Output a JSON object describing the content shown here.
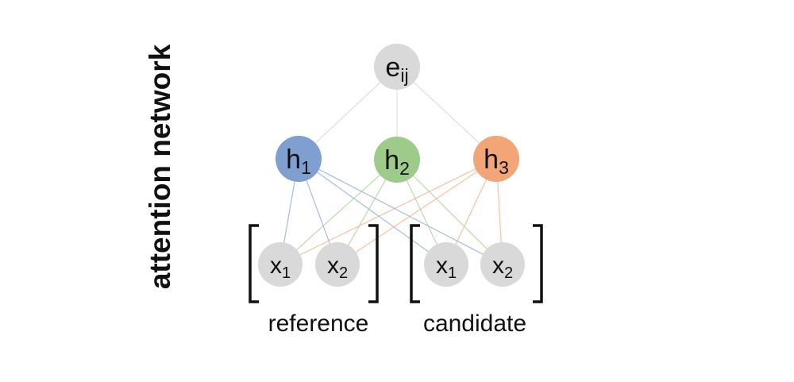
{
  "title": "attention network",
  "colors": {
    "node_gray": "#d9d9d9",
    "h1": "#7f9fd0",
    "h2": "#9ecb8a",
    "h3": "#f2a678",
    "edge_gray": "#d9d9d9",
    "text": "#111111",
    "bracket": "#111111"
  },
  "nodes": {
    "output": {
      "base": "e",
      "sub": "ij"
    },
    "hidden": [
      {
        "base": "h",
        "sub": "1"
      },
      {
        "base": "h",
        "sub": "2"
      },
      {
        "base": "h",
        "sub": "3"
      }
    ],
    "reference_inputs": [
      {
        "base": "x",
        "sub": "1"
      },
      {
        "base": "x",
        "sub": "2"
      }
    ],
    "candidate_inputs": [
      {
        "base": "x",
        "sub": "1"
      },
      {
        "base": "x",
        "sub": "2"
      }
    ]
  },
  "groups": {
    "reference": "reference",
    "candidate": "candidate"
  }
}
